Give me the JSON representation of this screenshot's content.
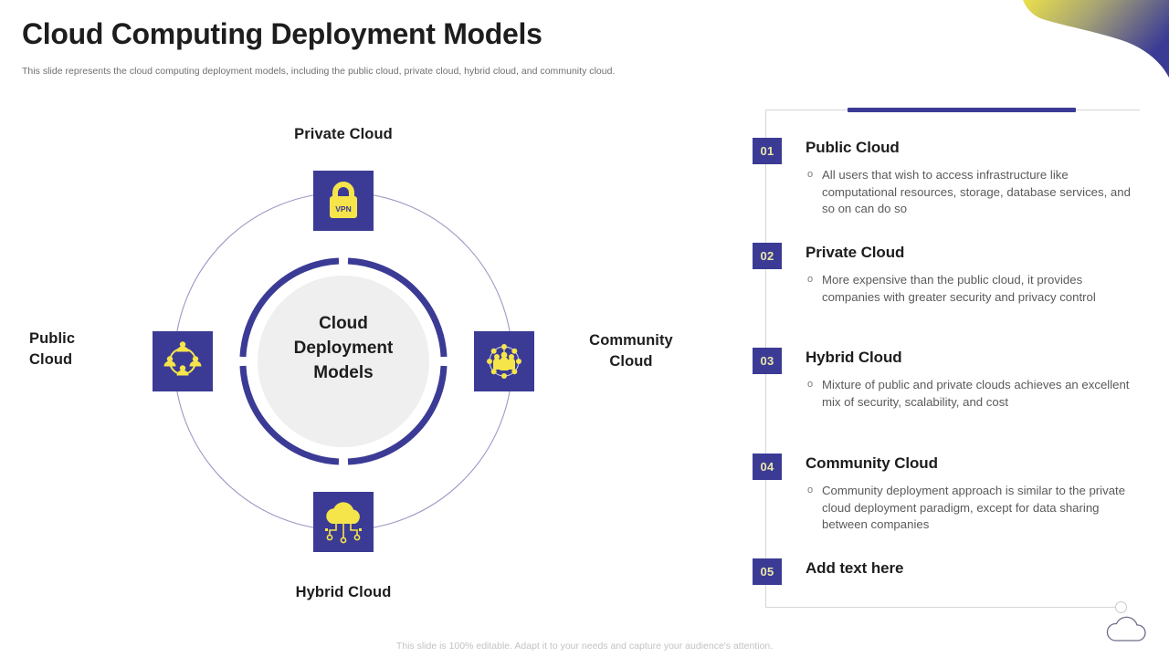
{
  "header": {
    "title": "Cloud Computing Deployment Models",
    "subtitle": "This slide represents the cloud computing deployment models, including the public cloud, private cloud, hybrid cloud, and community cloud."
  },
  "colors": {
    "brand_blue": "#3b3b96",
    "accent_yellow": "#f5e54b",
    "badge_text": "#ece8a9",
    "title_dark": "#1d1d1d",
    "body_gray": "#5a5a5a",
    "ring_gray": "#ededed",
    "hairline": "#d6d6d6"
  },
  "diagram": {
    "center_label": "Cloud\nDeployment\nModels",
    "center_line_1": "Cloud",
    "center_line_2": "Deployment",
    "center_line_3": "Models",
    "nodes": [
      {
        "id": "private",
        "label": "Private Cloud",
        "icon": "padlock-vpn-icon",
        "icon_caption": "VPN",
        "position": "top"
      },
      {
        "id": "public",
        "label": "Public\nCloud",
        "label_line_1": "Public",
        "label_line_2": "Cloud",
        "icon": "users-network-icon",
        "position": "left"
      },
      {
        "id": "community",
        "label": "Community\nCloud",
        "label_line_1": "Community",
        "label_line_2": "Cloud",
        "icon": "people-group-icon",
        "position": "right"
      },
      {
        "id": "hybrid",
        "label": "Hybrid Cloud",
        "icon": "cloud-connections-icon",
        "position": "bottom"
      }
    ]
  },
  "details": {
    "items": [
      {
        "number": "01",
        "title": "Public Cloud",
        "bullet": "All users that wish to access infrastructure  like computational  resources, storage, database services, and so on can do so",
        "bullet_mark": "o"
      },
      {
        "number": "02",
        "title": "Private Cloud",
        "bullet": "More expensive than the public cloud, it provides companies with greater security and privacy control",
        "bullet_mark": "o"
      },
      {
        "number": "03",
        "title": "Hybrid Cloud",
        "bullet": "Mixture of public and private clouds achieves an excellent mix of security, scalability, and cost",
        "bullet_mark": "o"
      },
      {
        "number": "04",
        "title": "Community Cloud",
        "bullet": "Community deployment approach is similar to the private cloud deployment paradigm, except for data sharing between companies",
        "bullet_mark": "o"
      },
      {
        "number": "05",
        "title": "Add text here",
        "bullet": "",
        "bullet_mark": ""
      }
    ]
  },
  "footer": {
    "note": "This slide is 100% editable. Adapt it to your needs and capture your audience's attention.",
    "logo": "cloud-outline-icon"
  }
}
